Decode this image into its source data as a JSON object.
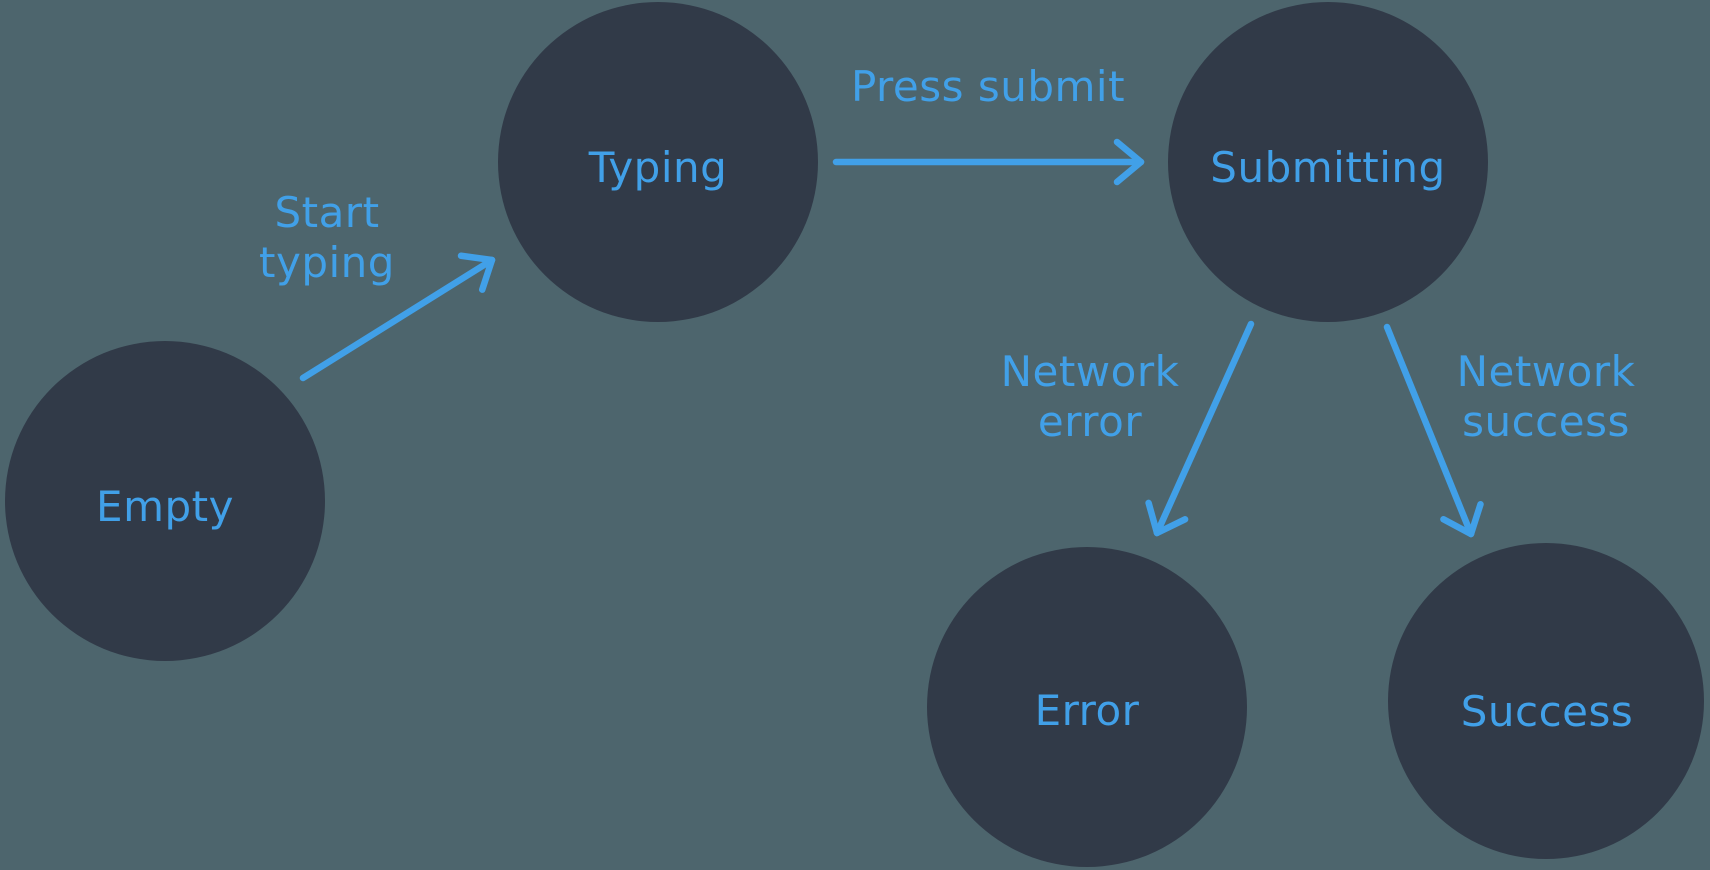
{
  "diagram": {
    "type": "state-machine",
    "colors": {
      "background": "#4d656d",
      "node_fill": "#313a48",
      "accent": "#41a0e8"
    },
    "nodes": [
      {
        "id": "empty",
        "label": "Empty"
      },
      {
        "id": "typing",
        "label": "Typing"
      },
      {
        "id": "submitting",
        "label": "Submitting"
      },
      {
        "id": "error",
        "label": "Error"
      },
      {
        "id": "success",
        "label": "Success"
      }
    ],
    "edges": [
      {
        "id": "start-typing",
        "label": "Start typing",
        "from": "empty",
        "to": "typing"
      },
      {
        "id": "press-submit",
        "label": "Press submit",
        "from": "typing",
        "to": "submitting"
      },
      {
        "id": "network-error",
        "label": "Network error",
        "from": "submitting",
        "to": "error"
      },
      {
        "id": "network-success",
        "label": "Network success",
        "from": "submitting",
        "to": "success"
      }
    ]
  }
}
